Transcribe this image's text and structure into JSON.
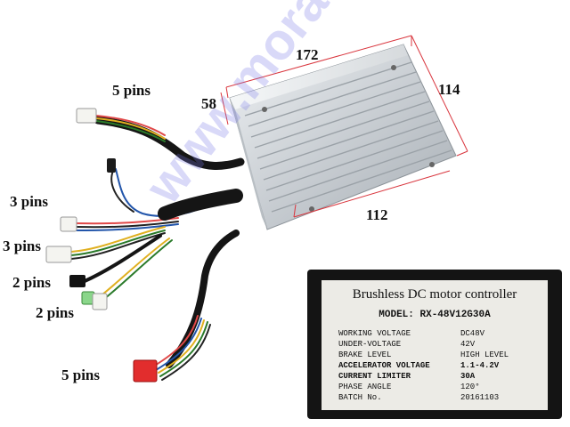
{
  "dimensions": {
    "length": "172",
    "width": "114",
    "height": "58",
    "mount": "112"
  },
  "connectors": [
    {
      "label": "5 pins"
    },
    {
      "label": "3 pins"
    },
    {
      "label": "3 pins"
    },
    {
      "label": "2 pins"
    },
    {
      "label": "2 pins"
    },
    {
      "label": "5 pins"
    }
  ],
  "sticker": {
    "title": "Brushless DC motor controller",
    "model": "MODEL: RX-48V12G30A",
    "specs": [
      {
        "key": "WORKING VOLTAGE",
        "value": "DC48V"
      },
      {
        "key": "UNDER-VOLTAGE",
        "value": "42V"
      },
      {
        "key": "BRAKE LEVEL",
        "value": "HIGH LEVEL"
      },
      {
        "key": "ACCELERATOR VOLTAGE",
        "value": "1.1-4.2V"
      },
      {
        "key": "CURRENT LIMITER",
        "value": "30A"
      },
      {
        "key": "PHASE ANGLE",
        "value": "120°"
      },
      {
        "key": "BATCH No.",
        "value": "20161103"
      }
    ]
  },
  "watermark": "www.moradas.lt",
  "colors": {
    "aluminum": "#cfd4d8",
    "dimension_line": "#d9363e",
    "cable": "#141414",
    "label_panel": "#141414",
    "sticker": "#ecebe6",
    "watermark": "#7878e6"
  }
}
